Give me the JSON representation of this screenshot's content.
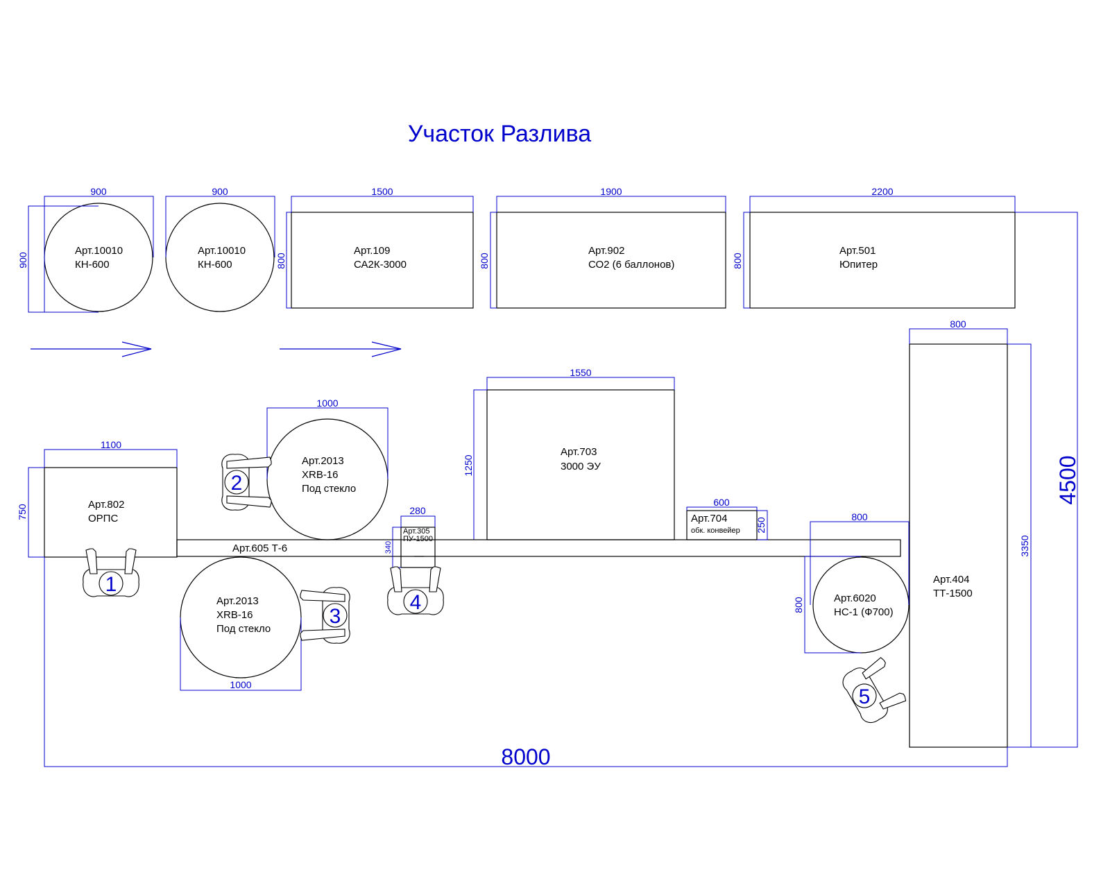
{
  "title": "Участок Разлива",
  "equipment": {
    "kn1": {
      "art": "Арт.10010",
      "name": "КН-600"
    },
    "kn2": {
      "art": "Арт.10010",
      "name": "КН-600"
    },
    "ca2k": {
      "art": "Арт.109",
      "name": "СА2К-3000"
    },
    "co2": {
      "art": "Арт.902",
      "name": "СО2 (6 баллонов)"
    },
    "jupiter": {
      "art": "Арт.501",
      "name": "Юпитер"
    },
    "orps": {
      "art": "Арт.802",
      "name": "ОРПС"
    },
    "xrb_top": {
      "art": "Арт.2013",
      "name": "XRB-16",
      "note": "Под стекло"
    },
    "xrb_bottom": {
      "art": "Арт.2013",
      "name": "XRB-16",
      "note": "Под стекло"
    },
    "eu3000": {
      "art": "Арт.703",
      "name": "3000 ЭУ"
    },
    "conveyor_wrap": {
      "art": "Арт.704",
      "name": "обк. конвейер"
    },
    "pu": {
      "art": "Арт.305",
      "name": "ПУ-1500"
    },
    "conveyor": {
      "label": "Арт.605  Т-6"
    },
    "hs": {
      "art": "Арт.6020",
      "name": "НС-1 (Ф700)"
    },
    "tt": {
      "art": "Арт.404",
      "name": "ТТ-1500"
    }
  },
  "dimensions": {
    "kn1_w": "900",
    "kn1_h": "900",
    "kn2_w": "900",
    "ca2k_w": "1500",
    "ca2k_h": "800",
    "co2_w": "1900",
    "co2_h": "800",
    "jup_w": "2200",
    "jup_h": "800",
    "tt_w": "800",
    "tt_h": "3350",
    "eu_w": "1550",
    "eu_h": "1250",
    "xrb_top_w": "1000",
    "xrb_bottom_w": "1000",
    "orps_w": "1100",
    "orps_h": "750",
    "pu_w": "280",
    "pu_h": "340",
    "conv_w": "600",
    "conv_h": "250",
    "hs_w": "800",
    "hs_h": "800",
    "total_w": "8000",
    "total_h": "4500"
  },
  "operators": [
    "1",
    "2",
    "3",
    "4",
    "5"
  ],
  "colors": {
    "dimension": "#0000cc",
    "outline": "#000000"
  }
}
